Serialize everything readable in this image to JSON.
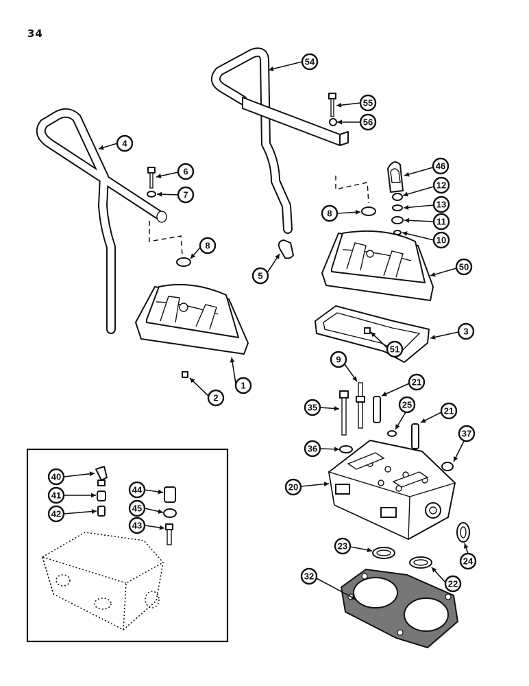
{
  "page": {
    "number": "34"
  },
  "callouts": [
    {
      "id": "c1",
      "label": "1"
    },
    {
      "id": "c2",
      "label": "2"
    },
    {
      "id": "c3",
      "label": "3"
    },
    {
      "id": "c4",
      "label": "4"
    },
    {
      "id": "c5",
      "label": "5"
    },
    {
      "id": "c6",
      "label": "6"
    },
    {
      "id": "c7",
      "label": "7"
    },
    {
      "id": "c8a",
      "label": "8"
    },
    {
      "id": "c8b",
      "label": "8"
    },
    {
      "id": "c9",
      "label": "9"
    },
    {
      "id": "c10",
      "label": "10"
    },
    {
      "id": "c11",
      "label": "11"
    },
    {
      "id": "c12",
      "label": "12"
    },
    {
      "id": "c13",
      "label": "13"
    },
    {
      "id": "c20",
      "label": "20"
    },
    {
      "id": "c21a",
      "label": "21"
    },
    {
      "id": "c21b",
      "label": "21"
    },
    {
      "id": "c22",
      "label": "22"
    },
    {
      "id": "c23",
      "label": "23"
    },
    {
      "id": "c24",
      "label": "24"
    },
    {
      "id": "c25",
      "label": "25"
    },
    {
      "id": "c32",
      "label": "32"
    },
    {
      "id": "c35",
      "label": "35"
    },
    {
      "id": "c36",
      "label": "36"
    },
    {
      "id": "c37",
      "label": "37"
    },
    {
      "id": "c40",
      "label": "40"
    },
    {
      "id": "c41",
      "label": "41"
    },
    {
      "id": "c42",
      "label": "42"
    },
    {
      "id": "c43",
      "label": "43"
    },
    {
      "id": "c44",
      "label": "44"
    },
    {
      "id": "c45",
      "label": "45"
    },
    {
      "id": "c46",
      "label": "46"
    },
    {
      "id": "c50",
      "label": "50"
    },
    {
      "id": "c51",
      "label": "51"
    },
    {
      "id": "c54",
      "label": "54"
    },
    {
      "id": "c55",
      "label": "55"
    },
    {
      "id": "c56",
      "label": "56"
    }
  ]
}
